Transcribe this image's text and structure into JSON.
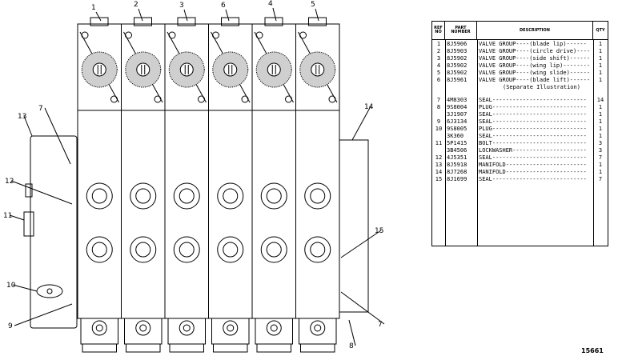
{
  "diagram": {
    "section_callouts": [
      "1",
      "2",
      "3",
      "6",
      "4",
      "5"
    ],
    "side_callouts": [
      "13",
      "7",
      "12",
      "11",
      "10",
      "9",
      "14",
      "15",
      "7",
      "8"
    ]
  },
  "parts_table": {
    "headers": {
      "ref": "REF\nNO",
      "part": "PART\nNUMBER",
      "desc": "DESCRIPTION",
      "qty": "QTY"
    },
    "rows": [
      {
        "ref": "1",
        "part": "8J5906",
        "desc": "VALVE GROUP----(blade lip)------",
        "qty": "1"
      },
      {
        "ref": "2",
        "part": "8J5903",
        "desc": "VALVE GROUP----(circle drive)----",
        "qty": "1"
      },
      {
        "ref": "3",
        "part": "8J5902",
        "desc": "VALVE GROUP----(side shift)------",
        "qty": "1"
      },
      {
        "ref": "4",
        "part": "8J5902",
        "desc": "VALVE GROUP----(wing lip)--------",
        "qty": "1"
      },
      {
        "ref": "5",
        "part": "8J5902",
        "desc": "VALVE GROUP----(wing slide)------",
        "qty": "1"
      },
      {
        "ref": "6",
        "part": "8J5961",
        "desc": "VALVE GROUP----(blade lift)------",
        "qty": "1"
      },
      {
        "ref": "",
        "part": "",
        "desc": "(Separate Illustration)",
        "qty": ""
      },
      {
        "ref": "7",
        "part": "4M8303",
        "desc": "SEAL----------------------------",
        "qty": "14"
      },
      {
        "ref": "8",
        "part": "9S8004",
        "desc": "PLUG----------------------------",
        "qty": "1"
      },
      {
        "ref": "",
        "part": "3J1907",
        "desc": "SEAL----------------------------",
        "qty": "1"
      },
      {
        "ref": "9",
        "part": "6J3134",
        "desc": "SEAL----------------------------",
        "qty": "1"
      },
      {
        "ref": "10",
        "part": "9S8005",
        "desc": "PLUG----------------------------",
        "qty": "1"
      },
      {
        "ref": "",
        "part": "3K360",
        "desc": "SEAL----------------------------",
        "qty": "1"
      },
      {
        "ref": "11",
        "part": "5P1415",
        "desc": "BOLT----------------------------",
        "qty": "3"
      },
      {
        "ref": "",
        "part": "3B4506",
        "desc": "LOCKWASHER----------------------",
        "qty": "3"
      },
      {
        "ref": "12",
        "part": "4J5351",
        "desc": "SEAL----------------------------",
        "qty": "7"
      },
      {
        "ref": "13",
        "part": "8J5918",
        "desc": "MANIFOLD------------------------",
        "qty": "1"
      },
      {
        "ref": "14",
        "part": "8J7268",
        "desc": "MANIFOLD------------------------",
        "qty": "1"
      },
      {
        "ref": "15",
        "part": "8J1699",
        "desc": "SEAL----------------------------",
        "qty": "7"
      }
    ]
  },
  "drawing_number": "15661"
}
